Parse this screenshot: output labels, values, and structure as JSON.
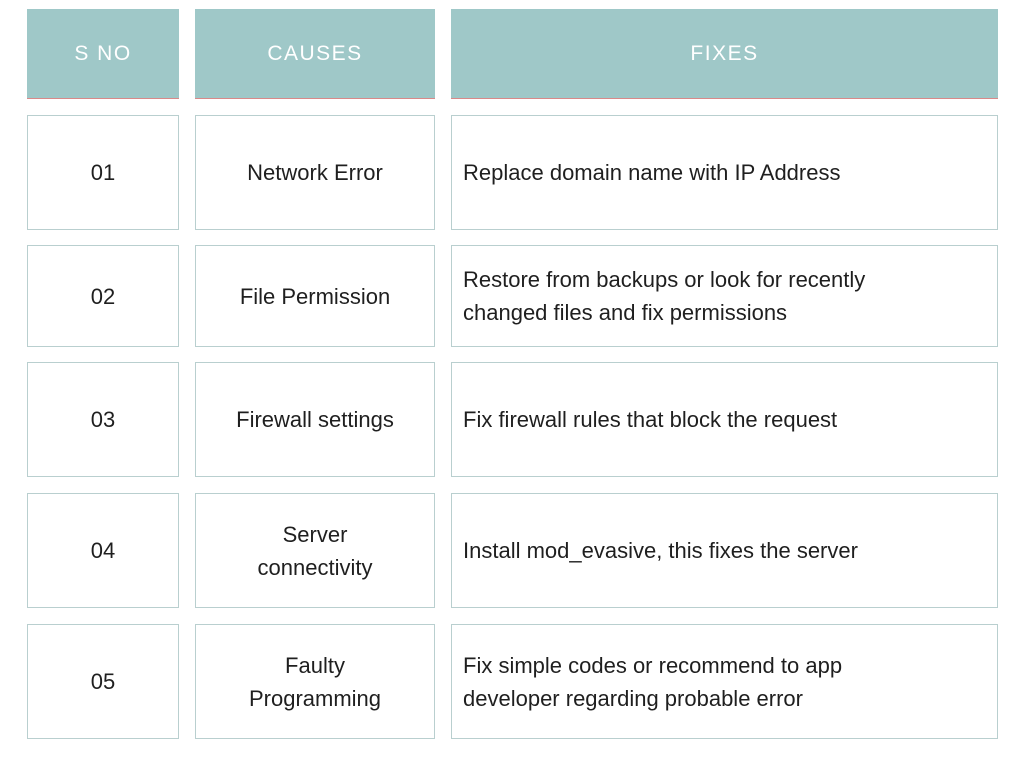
{
  "headers": {
    "sno": "S NO",
    "causes": "CAUSES",
    "fixes": "FIXES"
  },
  "rows": [
    {
      "sno": "01",
      "cause": "Network Error",
      "fix": "Replace domain name with IP Address"
    },
    {
      "sno": "02",
      "cause": "File Permission",
      "fix": "Restore from backups or look for recently changed files and fix permissions"
    },
    {
      "sno": "03",
      "cause": "Firewall settings",
      "fix": "Fix firewall rules that block the request"
    },
    {
      "sno": "04",
      "cause": "Server connectivity",
      "fix": "Install mod_evasive, this fixes the server"
    },
    {
      "sno": "05",
      "cause": "Faulty Programming",
      "fix": "Fix simple codes or recommend to app developer regarding probable error"
    }
  ],
  "colors": {
    "header_bg": "#9fc8c8",
    "header_text": "#ffffff",
    "cell_border": "#b9cfcf",
    "body_text": "#1f1f1f"
  }
}
